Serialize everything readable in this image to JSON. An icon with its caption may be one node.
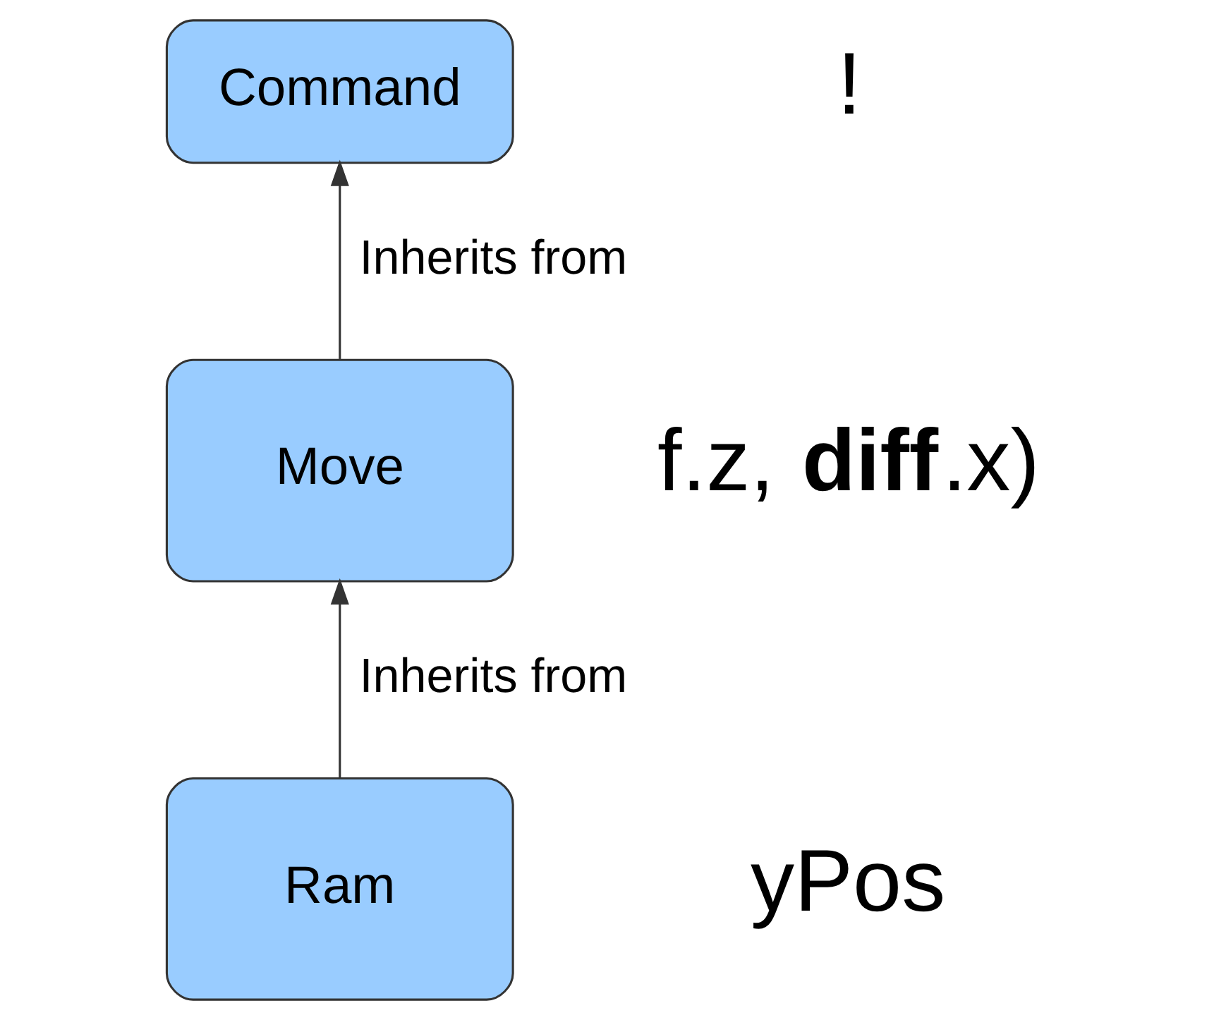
{
  "diagram": {
    "nodes": [
      {
        "text": [
          "Command"
        ]
      },
      {
        "text": [
          "Move"
        ]
      },
      {
        "text": [
          "Ram"
        ]
      }
    ],
    "edges": [
      {
        "from": 1,
        "to": 0,
        "arrow": "to",
        "label": "Inherits from"
      },
      {
        "from": 2,
        "to": 1,
        "arrow": "to",
        "label": "Inherits from"
      }
    ],
    "labels": [
      "yPos",
      "f.z, **diff**.x)",
      "!"
    ]
  }
}
